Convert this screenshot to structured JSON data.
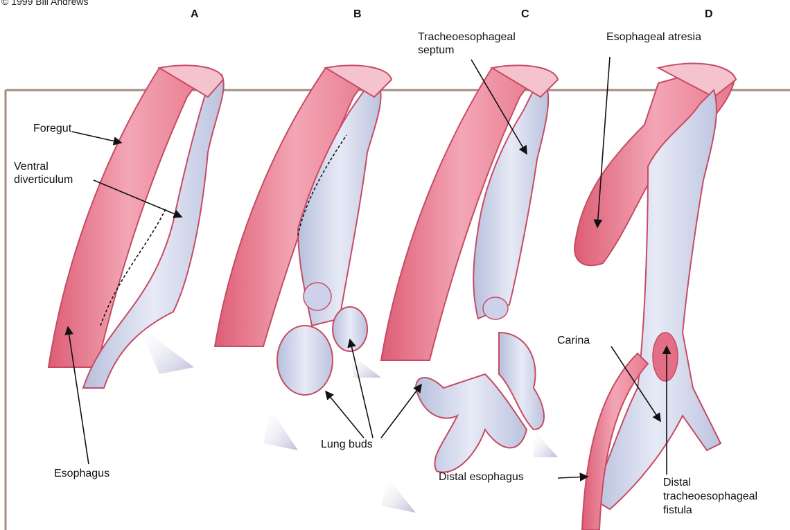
{
  "copyright": "© 1999 Bill Andrews",
  "panels": [
    "A",
    "B",
    "C",
    "D"
  ],
  "labels": {
    "foregut": "Foregut",
    "ventral_diverticulum_1": "Ventral",
    "ventral_diverticulum_2": "diverticulum",
    "esophagus": "Esophagus",
    "lung_buds": "Lung buds",
    "tracheoesophageal_septum_1": "Tracheoesophageal",
    "tracheoesophageal_septum_2": "septum",
    "esophageal_atresia": "Esophageal atresia",
    "carina": "Carina",
    "distal_esophagus": "Distal esophagus",
    "distal_fistula_1": "Distal",
    "distal_fistula_2": "tracheoesophageal",
    "distal_fistula_3": "fistula"
  },
  "colors": {
    "outer_wall": "#e97a8e",
    "inner_wall": "#f3b9c4",
    "tissue_blue": "#c9cfe6",
    "frame": "#a58b7f"
  }
}
